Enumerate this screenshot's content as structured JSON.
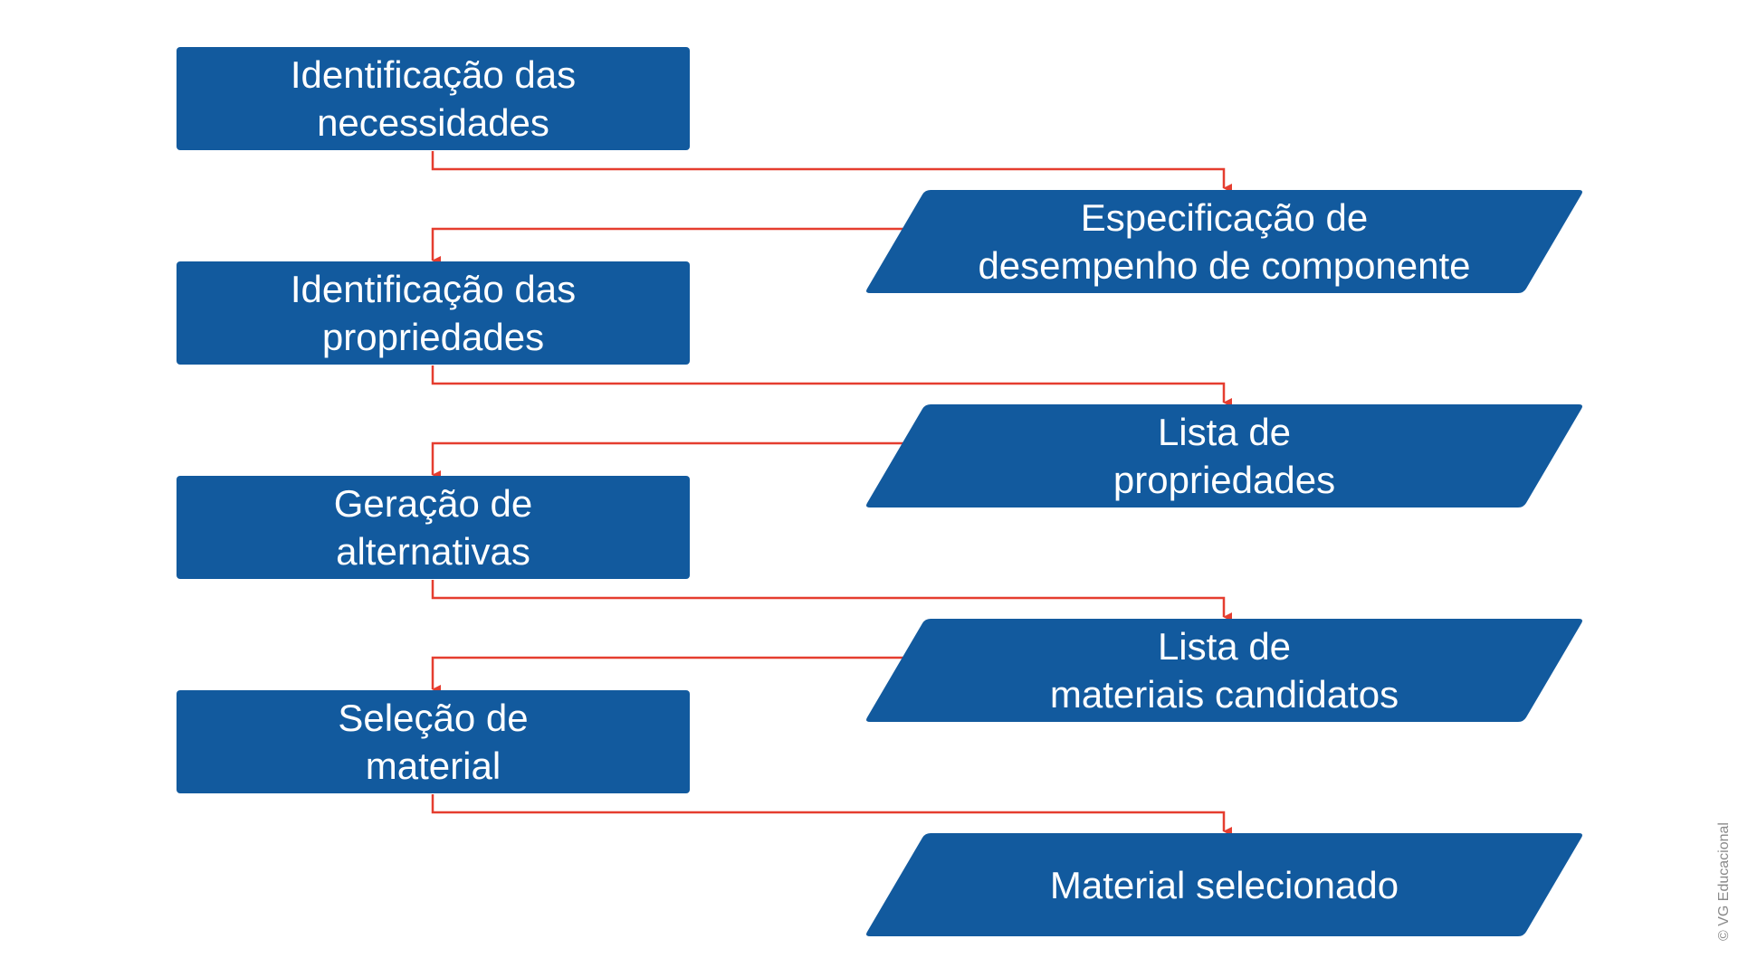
{
  "colors": {
    "box_fill": "#125a9e",
    "box_text": "#ffffff",
    "connector": "#e53d2f",
    "credit_text": "#8a8a8a"
  },
  "steps": [
    {
      "line1": "Identificação das",
      "line2": "necessidades"
    },
    {
      "line1": "Identificação das",
      "line2": "propriedades"
    },
    {
      "line1": "Geração de",
      "line2": "alternativas"
    },
    {
      "line1": "Seleção de",
      "line2": "material"
    }
  ],
  "outputs": [
    {
      "line1": "Especificação de",
      "line2": "desempenho de componente"
    },
    {
      "line1": "Lista de",
      "line2": "propriedades"
    },
    {
      "line1": "Lista de",
      "line2": "materiais candidatos"
    },
    {
      "line1": "Material selecionado"
    }
  ],
  "credit": "© VG Educacional"
}
